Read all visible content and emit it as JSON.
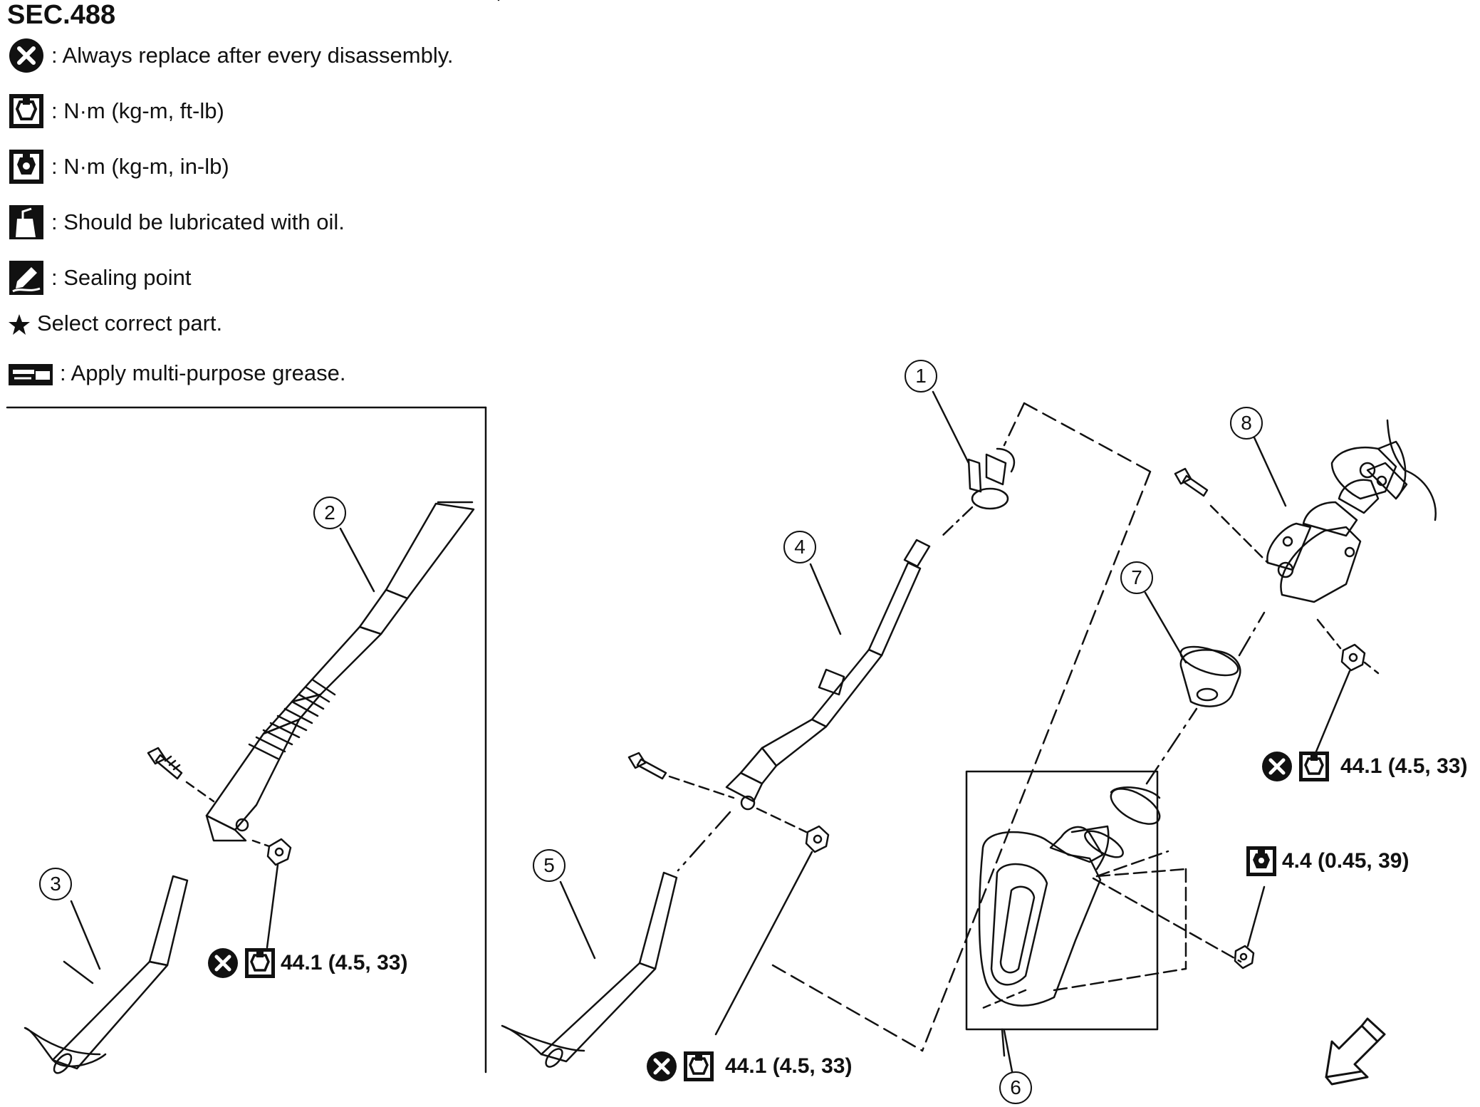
{
  "header": {
    "section": "SEC.488"
  },
  "legend": [
    {
      "icon": "replace-x-icon",
      "text": ": Always replace after every disassembly."
    },
    {
      "icon": "torque-nm-ftlb-icon",
      "text": ": N·m (kg-m, ft-lb)"
    },
    {
      "icon": "torque-nm-inlb-icon",
      "text": ": N·m (kg-m, in-lb)"
    },
    {
      "icon": "oil-can-icon",
      "text": ": Should be lubricated with oil."
    },
    {
      "icon": "sealing-point-icon",
      "text": ": Sealing point"
    },
    {
      "icon": "star-icon",
      "text": "Select correct part."
    },
    {
      "icon": "grease-gun-icon",
      "text": ": Apply multi-purpose grease."
    }
  ],
  "callouts": [
    "1",
    "2",
    "3",
    "4",
    "5",
    "6",
    "7",
    "8"
  ],
  "torque_specs": {
    "left_nut": "44.1 (4.5, 33)",
    "center_nut": "44.1 (4.5, 33)",
    "joint_nut": "44.1 (4.5, 33)",
    "hole_cover_nut": "4.4 (0.45, 39)"
  },
  "colors": {
    "line": "#111111",
    "background": "#ffffff"
  }
}
